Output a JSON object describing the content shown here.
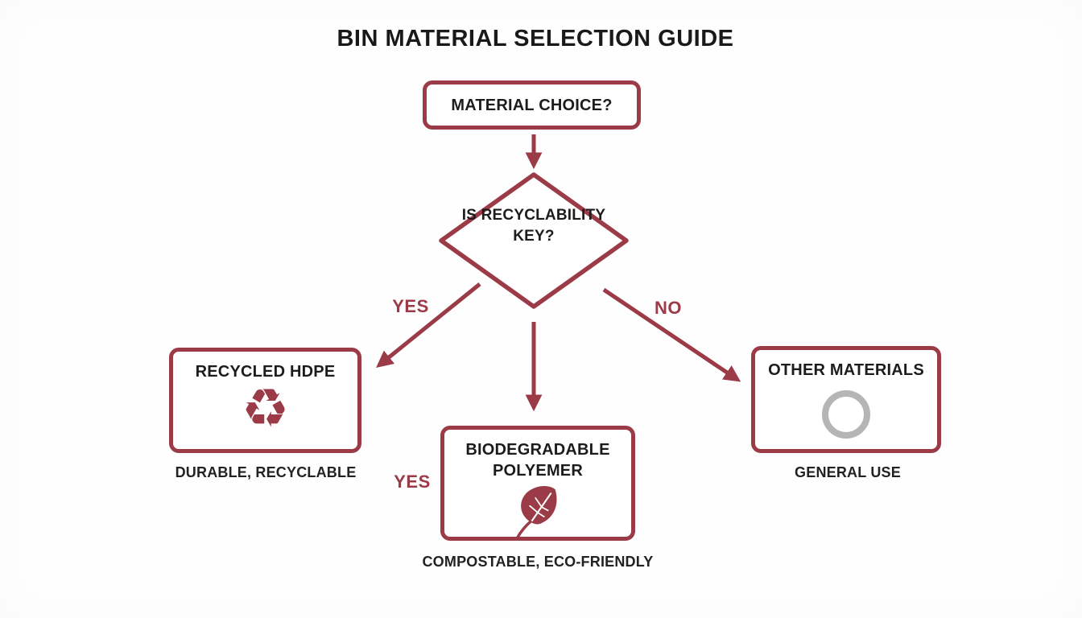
{
  "title": "BIN MATERIAL SELECTION GUIDE",
  "colors": {
    "accent_maroon": "#9c3b48",
    "text_black": "#1c1c1c",
    "ring_gray": "#b5b5b5",
    "background": "#fefefe"
  },
  "flowchart": {
    "start": {
      "label": "MATERIAL CHOICE?"
    },
    "decision": {
      "label": "IS RECYCLABILITY KEY?"
    },
    "branches": {
      "yes_left": "YES",
      "yes_middle": "YES",
      "no_right": "NO"
    },
    "nodes": [
      {
        "label": "RECYCLED HDPE",
        "icon": "recycle-icon",
        "caption": "DURABLE, RECYCLABLE"
      },
      {
        "label": "BIODEGRADABLE POLYEMER",
        "icon": "leaf-icon",
        "caption": "COMPOSTABLE, ECO-FRIENDLY"
      },
      {
        "label": "OTHER MATERIALS",
        "icon": "circle-icon",
        "caption": "GENERAL USE"
      }
    ]
  },
  "icons": {
    "recycle_glyph": "♻"
  }
}
